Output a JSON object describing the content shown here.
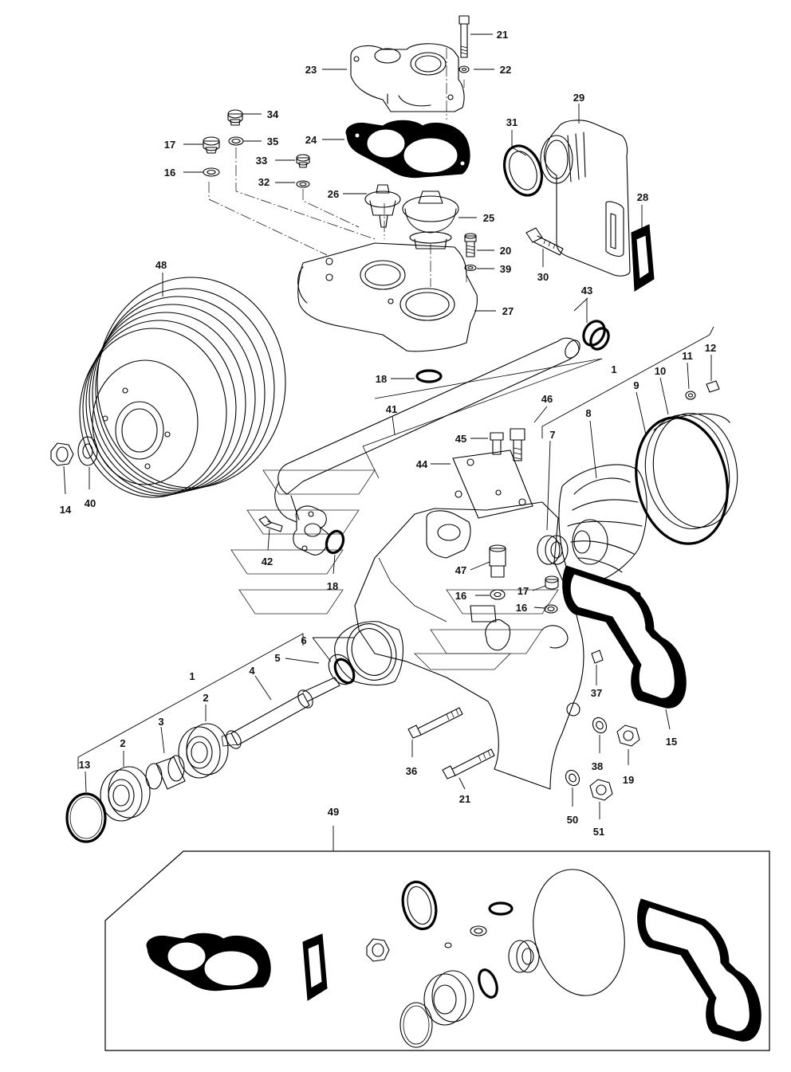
{
  "diagram": {
    "labels": [
      "1",
      "2",
      "3",
      "4",
      "5",
      "6",
      "7",
      "8",
      "9",
      "10",
      "11",
      "12",
      "13",
      "14",
      "15",
      "16",
      "17",
      "18",
      "19",
      "20",
      "21",
      "22",
      "23",
      "24",
      "25",
      "26",
      "27",
      "28",
      "29",
      "30",
      "31",
      "32",
      "33",
      "34",
      "35",
      "36",
      "37",
      "38",
      "39",
      "40",
      "41",
      "42",
      "43",
      "44",
      "45",
      "46",
      "47",
      "48",
      "49",
      "50",
      "51"
    ]
  }
}
